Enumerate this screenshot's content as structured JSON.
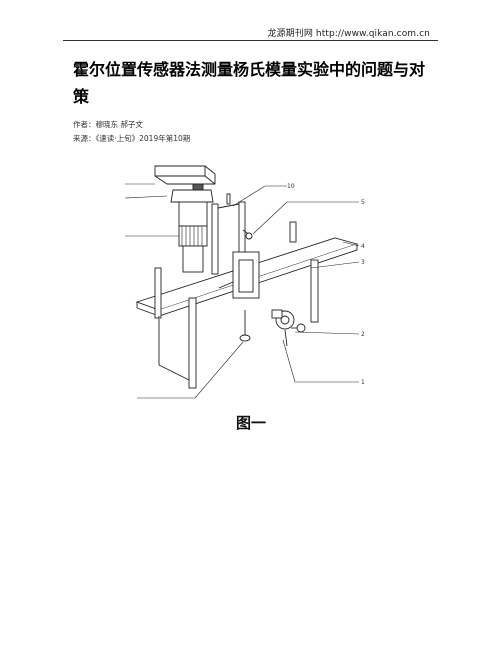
{
  "header": {
    "site": "龙源期刊网 http://www.qikan.com.cn"
  },
  "article": {
    "title": "霍尔位置传感器法测量杨氏模量实验中的问题与对策",
    "author": "作者：穆晓东 郝子文",
    "source": "来源：《速读·上旬》2019年第10期"
  },
  "figure": {
    "caption": "图一",
    "callouts": [
      "",
      "",
      "",
      "10",
      "5",
      "4",
      "3",
      "2",
      "1",
      ""
    ]
  }
}
